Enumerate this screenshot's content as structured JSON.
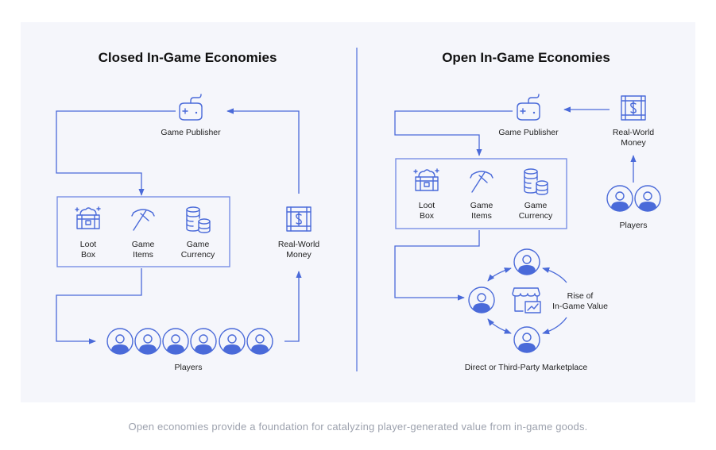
{
  "closed": {
    "title": "Closed In-Game Economies",
    "publisher": "Game Publisher",
    "items": {
      "loot_box": [
        "Loot",
        "Box"
      ],
      "game_items": [
        "Game",
        "Items"
      ],
      "game_currency": [
        "Game",
        "Currency"
      ]
    },
    "money": [
      "Real-World",
      "Money"
    ],
    "players": "Players"
  },
  "open": {
    "title": "Open In-Game Economies",
    "publisher": "Game Publisher",
    "items": {
      "loot_box": [
        "Loot",
        "Box"
      ],
      "game_items": [
        "Game",
        "Items"
      ],
      "game_currency": [
        "Game",
        "Currency"
      ]
    },
    "money": [
      "Real-World",
      "Money"
    ],
    "players": "Players",
    "rise": [
      "Rise of",
      "In-Game Value"
    ],
    "marketplace": "Direct or Third-Party Marketplace"
  },
  "caption": "Open economies provide a foundation for catalyzing player-generated value from in-game goods.",
  "colors": {
    "accent": "#4a6ad9",
    "panel": "#f5f6fb",
    "caption": "#9ca1ad"
  },
  "icons": [
    "gamepad-icon",
    "loot-box-icon",
    "pickaxe-icon",
    "coins-icon",
    "cash-register-icon",
    "player-avatar-icon",
    "storefront-chart-icon"
  ]
}
